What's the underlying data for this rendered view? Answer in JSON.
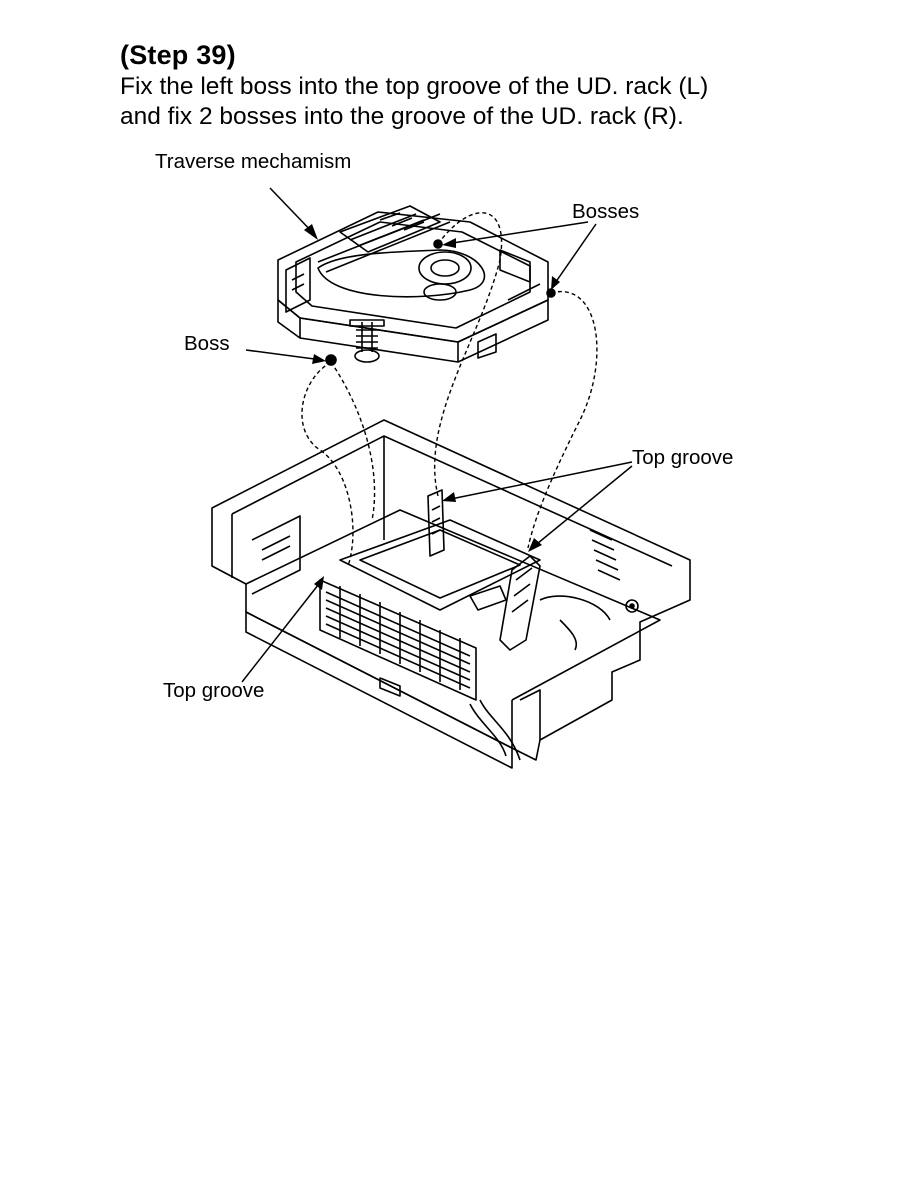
{
  "step": {
    "title": "(Step 39)",
    "lines": [
      "Fix the left boss into the top groove of the UD. rack (L)",
      "and fix 2 bosses into the groove of the UD. rack (R)."
    ]
  },
  "figure": {
    "labels": {
      "traverse": "Traverse mechamism",
      "bosses": "Bosses",
      "boss": "Boss",
      "top_groove_right": "Top groove",
      "top_groove_left": "Top groove"
    }
  }
}
